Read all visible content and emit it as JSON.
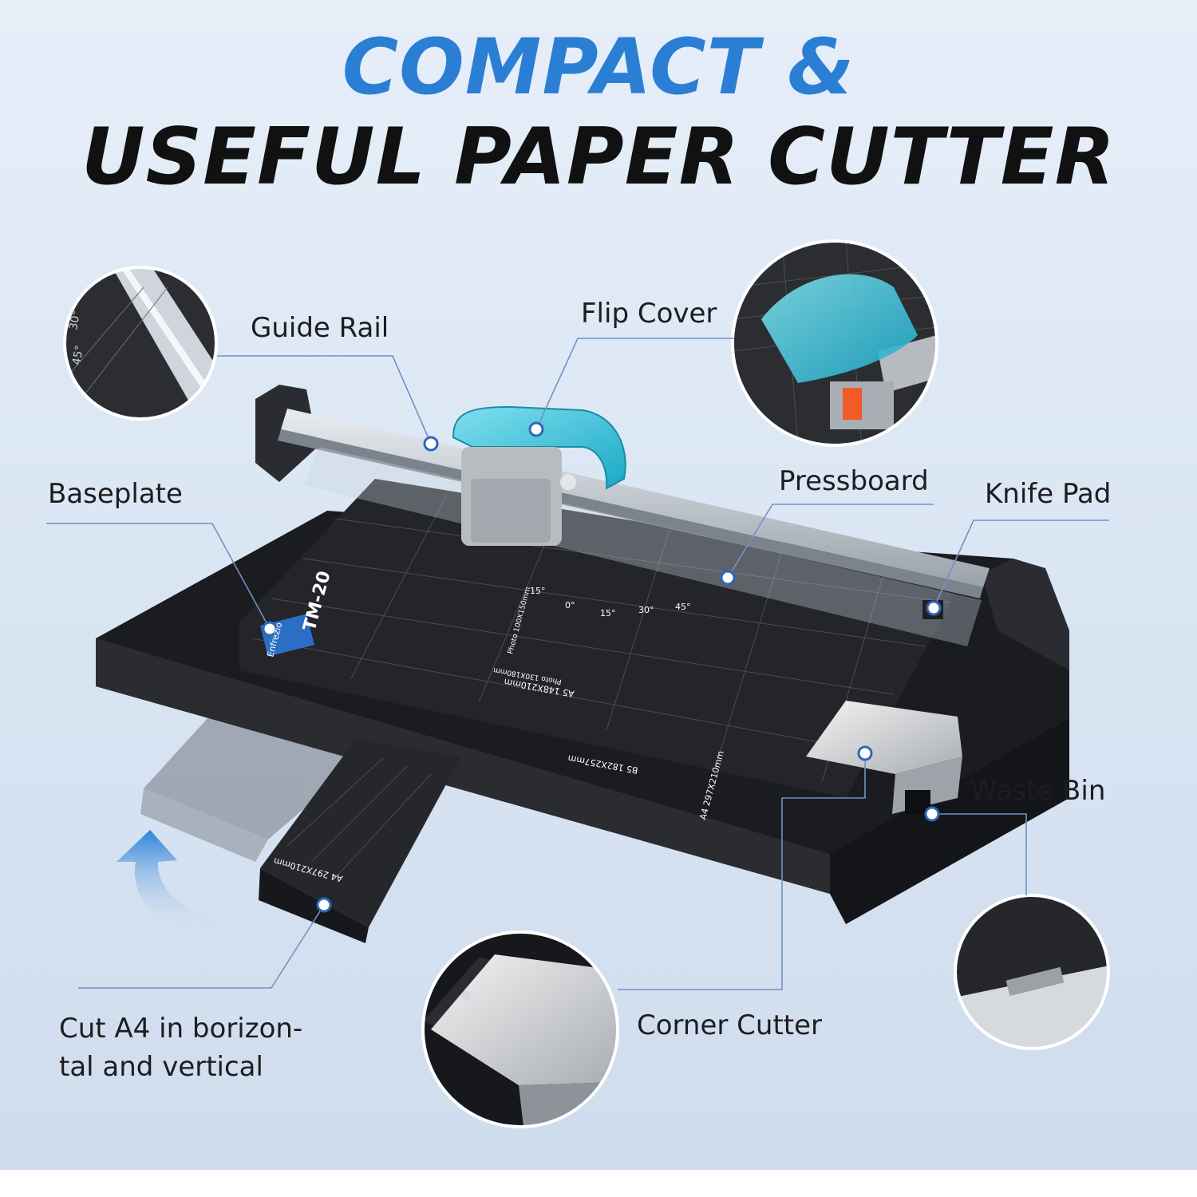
{
  "headline": {
    "line1": "COMPACT &",
    "line2": "USEFUL PAPER CUTTER"
  },
  "callouts": {
    "guide_rail": "Guide Rail",
    "flip_cover": "Flip Cover",
    "baseplate": "Baseplate",
    "pressboard": "Pressboard",
    "knife_pad": "Knife Pad",
    "waste_bin": "Waste Bin",
    "corner_cutter": "Corner Cutter",
    "cut_a4_line1": "Cut A4 in borizon-",
    "cut_a4_line2": "tal and vertical"
  },
  "product_markings": {
    "model": "TM-20",
    "angle_left": "30°",
    "angle_right": "45°",
    "angles": [
      "15°",
      "0°",
      "15°",
      "30°",
      "45°"
    ],
    "format_a4": "A4 297X210mm",
    "format_a5": "A5 148X210mm",
    "format_b5": "B5 182X257mm",
    "brand": "Enfrezio",
    "photo_1": "Photo 100X150mm",
    "photo_2": "Photo 130X180mm"
  },
  "colors": {
    "headline_blue": "#2a7fd4",
    "headline_black": "#111111",
    "leader_line": "#6f93c4",
    "callout_text": "#1d1d1f",
    "accent_teal": "#3fc6dc",
    "body_black": "#1b1c1f"
  },
  "icons": {
    "arrow": "curved-arrow-icon"
  }
}
